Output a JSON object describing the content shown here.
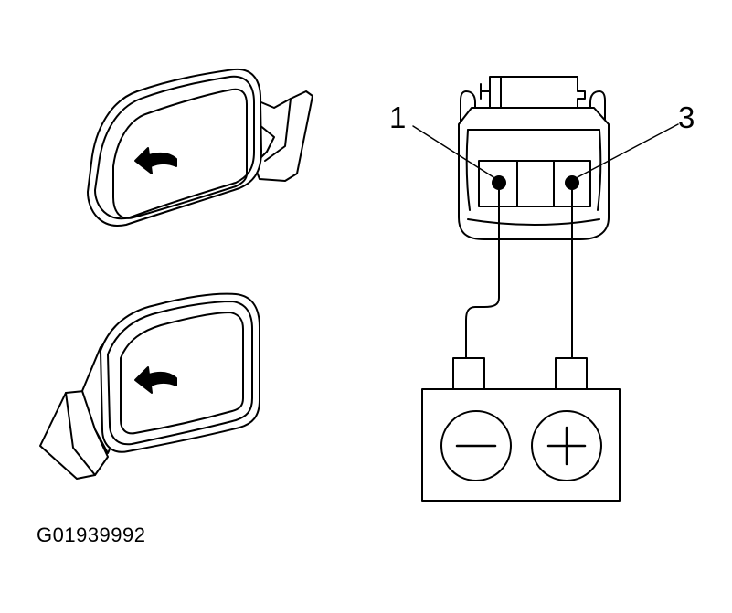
{
  "figure_id": "G01939992",
  "terminals": [
    {
      "label": "1"
    },
    {
      "label": "3"
    }
  ],
  "battery": {
    "negative_symbol": "minus-symbol",
    "positive_symbol": "plus-symbol"
  },
  "colors": {
    "ink": "#000000",
    "fill": "#ffffff"
  }
}
